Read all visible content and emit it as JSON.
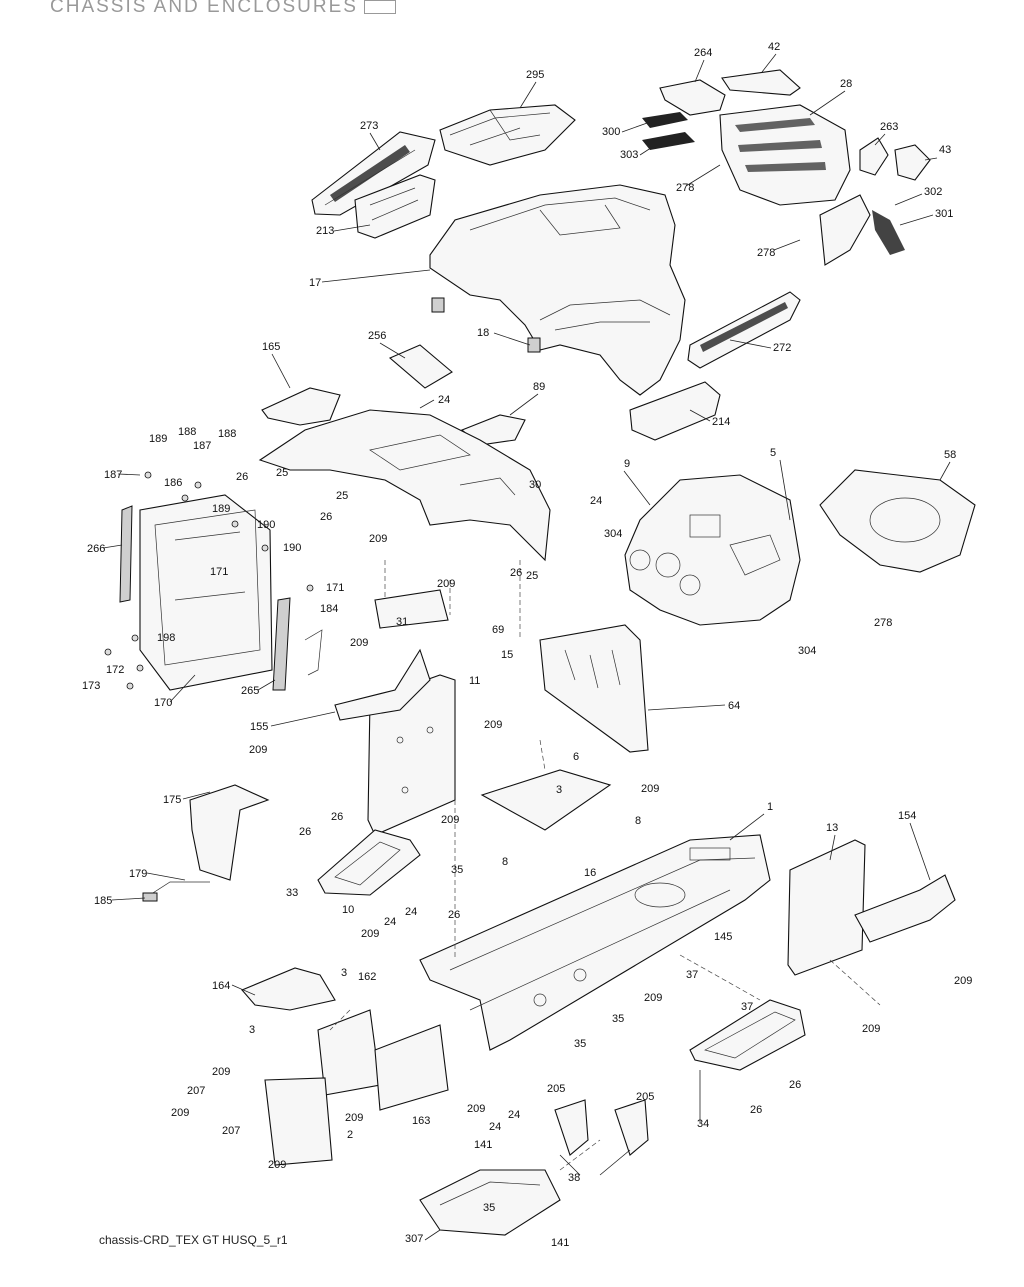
{
  "header": {
    "title": "CHASSIS AND ENCLOSURES"
  },
  "footer": {
    "caption": "chassis-CRD_TEX GT HUSQ_5_r1"
  },
  "callouts": [
    {
      "id": "c-295",
      "text": "295"
    },
    {
      "id": "c-264",
      "text": "264"
    },
    {
      "id": "c-42",
      "text": "42"
    },
    {
      "id": "c-28",
      "text": "28"
    },
    {
      "id": "c-273",
      "text": "273"
    },
    {
      "id": "c-300",
      "text": "300"
    },
    {
      "id": "c-303",
      "text": "303"
    },
    {
      "id": "c-263",
      "text": "263"
    },
    {
      "id": "c-43",
      "text": "43"
    },
    {
      "id": "c-278a",
      "text": "278"
    },
    {
      "id": "c-302",
      "text": "302"
    },
    {
      "id": "c-301",
      "text": "301"
    },
    {
      "id": "c-213",
      "text": "213"
    },
    {
      "id": "c-278b",
      "text": "278"
    },
    {
      "id": "c-17",
      "text": "17"
    },
    {
      "id": "c-18",
      "text": "18"
    },
    {
      "id": "c-272",
      "text": "272"
    },
    {
      "id": "c-165",
      "text": "165"
    },
    {
      "id": "c-256",
      "text": "256"
    },
    {
      "id": "c-89",
      "text": "89"
    },
    {
      "id": "c-24a",
      "text": "24"
    },
    {
      "id": "c-214",
      "text": "214"
    },
    {
      "id": "c-189a",
      "text": "189"
    },
    {
      "id": "c-188a",
      "text": "188"
    },
    {
      "id": "c-187a",
      "text": "187"
    },
    {
      "id": "c-188b",
      "text": "188"
    },
    {
      "id": "c-187b",
      "text": "187"
    },
    {
      "id": "c-186",
      "text": "186"
    },
    {
      "id": "c-189b",
      "text": "189"
    },
    {
      "id": "c-26a",
      "text": "26"
    },
    {
      "id": "c-25a",
      "text": "25"
    },
    {
      "id": "c-25b",
      "text": "25"
    },
    {
      "id": "c-26b",
      "text": "26"
    },
    {
      "id": "c-30",
      "text": "30"
    },
    {
      "id": "c-24b",
      "text": "24"
    },
    {
      "id": "c-9",
      "text": "9"
    },
    {
      "id": "c-5",
      "text": "5"
    },
    {
      "id": "c-58",
      "text": "58"
    },
    {
      "id": "c-190a",
      "text": "190"
    },
    {
      "id": "c-266",
      "text": "266"
    },
    {
      "id": "c-190b",
      "text": "190"
    },
    {
      "id": "c-209a",
      "text": "209"
    },
    {
      "id": "c-304a",
      "text": "304"
    },
    {
      "id": "c-171a",
      "text": "171"
    },
    {
      "id": "c-171b",
      "text": "171"
    },
    {
      "id": "c-209b",
      "text": "209"
    },
    {
      "id": "c-26c",
      "text": "26"
    },
    {
      "id": "c-25c",
      "text": "25"
    },
    {
      "id": "c-69",
      "text": "69"
    },
    {
      "id": "c-31",
      "text": "31"
    },
    {
      "id": "c-184",
      "text": "184"
    },
    {
      "id": "c-278c",
      "text": "278"
    },
    {
      "id": "c-198",
      "text": "198"
    },
    {
      "id": "c-172",
      "text": "172"
    },
    {
      "id": "c-173",
      "text": "173"
    },
    {
      "id": "c-170",
      "text": "170"
    },
    {
      "id": "c-265",
      "text": "265"
    },
    {
      "id": "c-209c",
      "text": "209"
    },
    {
      "id": "c-304b",
      "text": "304"
    },
    {
      "id": "c-15",
      "text": "15"
    },
    {
      "id": "c-11",
      "text": "11"
    },
    {
      "id": "c-64",
      "text": "64"
    },
    {
      "id": "c-155",
      "text": "155"
    },
    {
      "id": "c-209d",
      "text": "209"
    },
    {
      "id": "c-209e",
      "text": "209"
    },
    {
      "id": "c-6",
      "text": "6"
    },
    {
      "id": "c-3a",
      "text": "3"
    },
    {
      "id": "c-209f",
      "text": "209"
    },
    {
      "id": "c-175",
      "text": "175"
    },
    {
      "id": "c-8a",
      "text": "8"
    },
    {
      "id": "c-26d",
      "text": "26"
    },
    {
      "id": "c-209g",
      "text": "209"
    },
    {
      "id": "c-26e",
      "text": "26"
    },
    {
      "id": "c-1",
      "text": "1"
    },
    {
      "id": "c-13",
      "text": "13"
    },
    {
      "id": "c-154",
      "text": "154"
    },
    {
      "id": "c-8b",
      "text": "8"
    },
    {
      "id": "c-16",
      "text": "16"
    },
    {
      "id": "c-35a",
      "text": "35"
    },
    {
      "id": "c-179",
      "text": "179"
    },
    {
      "id": "c-33",
      "text": "33"
    },
    {
      "id": "c-185",
      "text": "185"
    },
    {
      "id": "c-10",
      "text": "10"
    },
    {
      "id": "c-209h",
      "text": "209"
    },
    {
      "id": "c-24c",
      "text": "24"
    },
    {
      "id": "c-24d",
      "text": "24"
    },
    {
      "id": "c-26f",
      "text": "26"
    },
    {
      "id": "c-145",
      "text": "145"
    },
    {
      "id": "c-37a",
      "text": "37"
    },
    {
      "id": "c-164",
      "text": "164"
    },
    {
      "id": "c-3b",
      "text": "3"
    },
    {
      "id": "c-162",
      "text": "162"
    },
    {
      "id": "c-209i",
      "text": "209"
    },
    {
      "id": "c-37b",
      "text": "37"
    },
    {
      "id": "c-209j",
      "text": "209"
    },
    {
      "id": "c-3c",
      "text": "3"
    },
    {
      "id": "c-35b",
      "text": "35"
    },
    {
      "id": "c-35c",
      "text": "35"
    },
    {
      "id": "c-209k",
      "text": "209"
    },
    {
      "id": "c-209l",
      "text": "209"
    },
    {
      "id": "c-207a",
      "text": "207"
    },
    {
      "id": "c-26g",
      "text": "26"
    },
    {
      "id": "c-209m",
      "text": "209"
    },
    {
      "id": "c-205a",
      "text": "205"
    },
    {
      "id": "c-205b",
      "text": "205"
    },
    {
      "id": "c-209n",
      "text": "209"
    },
    {
      "id": "c-24e",
      "text": "24"
    },
    {
      "id": "c-207b",
      "text": "207"
    },
    {
      "id": "c-209o",
      "text": "209"
    },
    {
      "id": "c-2",
      "text": "2"
    },
    {
      "id": "c-163",
      "text": "163"
    },
    {
      "id": "c-24f",
      "text": "24"
    },
    {
      "id": "c-34",
      "text": "34"
    },
    {
      "id": "c-26h",
      "text": "26"
    },
    {
      "id": "c-209p",
      "text": "209"
    },
    {
      "id": "c-141a",
      "text": "141"
    },
    {
      "id": "c-38",
      "text": "38"
    },
    {
      "id": "c-35d",
      "text": "35"
    },
    {
      "id": "c-307",
      "text": "307"
    },
    {
      "id": "c-141b",
      "text": "141"
    }
  ]
}
